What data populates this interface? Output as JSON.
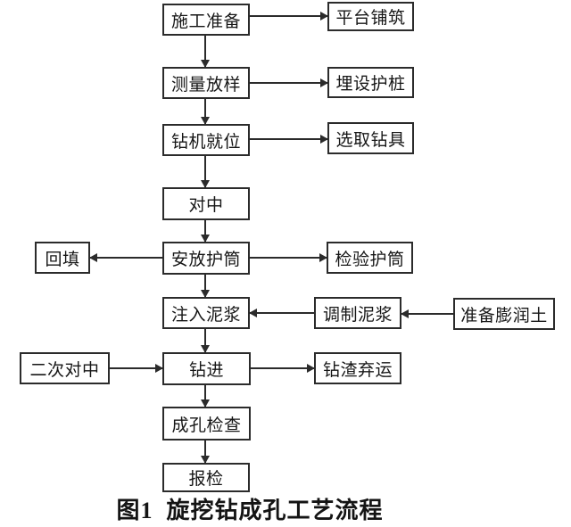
{
  "diagram": {
    "caption": "图1  旋挖钻成孔工艺流程",
    "colors": {
      "line": "#2b2b2b",
      "background": "#ffffff",
      "text": "#161616"
    },
    "nodes": {
      "construction_prep": {
        "label": "施工准备"
      },
      "platform_paving": {
        "label": "平台铺筑"
      },
      "survey_layout": {
        "label": "测量放样"
      },
      "embed_guard_piles": {
        "label": "埋设护桩"
      },
      "rig_in_position": {
        "label": "钻机就位"
      },
      "select_drill_tools": {
        "label": "选取钻具"
      },
      "centering": {
        "label": "对中"
      },
      "backfill": {
        "label": "回填"
      },
      "place_casing": {
        "label": "安放护筒"
      },
      "inspect_casing": {
        "label": "检验护筒"
      },
      "inject_slurry": {
        "label": "注入泥浆"
      },
      "mix_slurry": {
        "label": "调制泥浆"
      },
      "prepare_bentonite": {
        "label": "准备膨润土"
      },
      "second_centering": {
        "label": "二次对中"
      },
      "drilling": {
        "label": "钻进"
      },
      "slag_disposal": {
        "label": "钻渣弃运"
      },
      "hole_inspection": {
        "label": "成孔检查"
      },
      "report_inspection": {
        "label": "报检"
      }
    }
  }
}
